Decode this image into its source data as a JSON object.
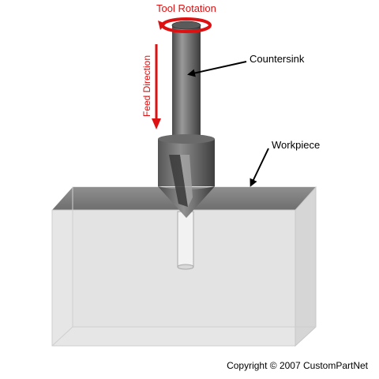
{
  "labels": {
    "tool_rotation": "Tool Rotation",
    "feed_direction": "Feed Direction",
    "countersink": "Countersink",
    "workpiece": "Workpiece"
  },
  "copyright": "Copyright © 2007 CustomPartNet",
  "colors": {
    "arrow_red": "#dd1111",
    "pointer_black": "#000000",
    "tool_gray": "#7a7a7a",
    "workpiece_fill": "#e3e3e3"
  }
}
